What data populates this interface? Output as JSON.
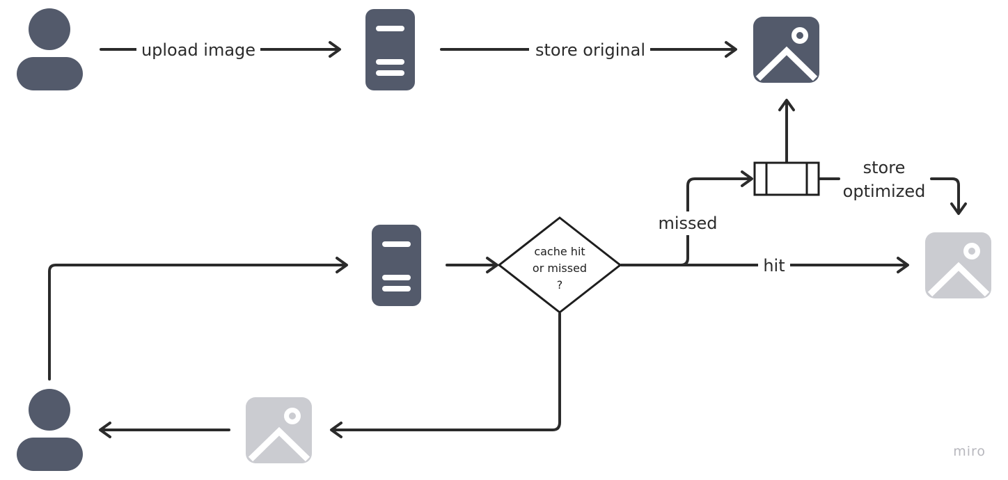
{
  "colors": {
    "icon_dark": "#535a6b",
    "icon_light": "#cbccd1",
    "line": "#2b2b2b"
  },
  "labels": {
    "upload_image": "upload image",
    "store_original": "store original",
    "store_optimized_line1": "store",
    "store_optimized_line2": "optimized",
    "missed": "missed",
    "hit": "hit"
  },
  "decision": {
    "line1": "cache hit",
    "line2": "or missed",
    "line3": "?"
  },
  "icons": {
    "user_top": "user-icon",
    "server_top": "server-icon",
    "original_image": "image-icon",
    "queue": "queue-icon",
    "optimized_image": "image-icon",
    "server_bottom": "server-icon",
    "user_bottom": "user-icon",
    "returned_image": "image-icon"
  },
  "watermark": "miro"
}
